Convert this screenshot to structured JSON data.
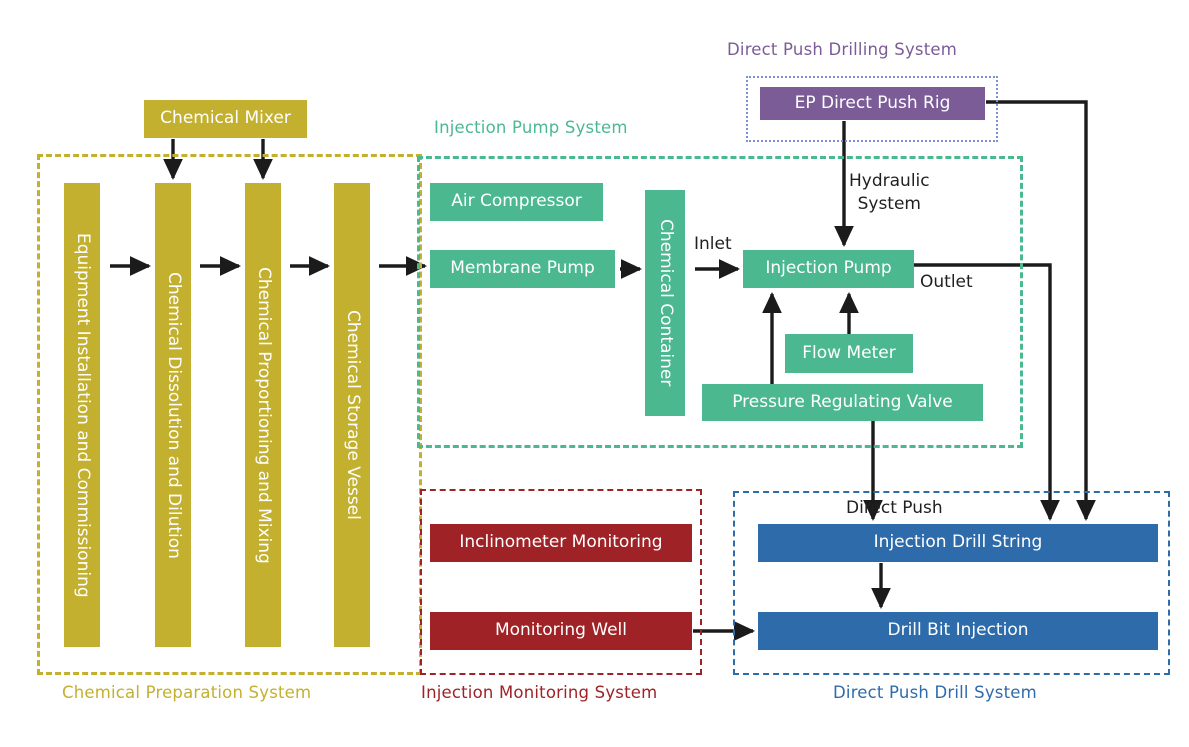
{
  "diagram": {
    "title_present": false,
    "palette": {
      "gold": "#C3B02F",
      "green": "#4CB890",
      "blue": "#2E6BAB",
      "purple": "#7C5C97",
      "red": "#9E2226",
      "rig_border": "#7B8FD4",
      "arrow": "#1b1b1b",
      "background": "#FFFFFF"
    },
    "groups": [
      {
        "id": "chemical_preparation",
        "caption": "Chemical Preparation System",
        "color": "#C3B02F",
        "border_style": "dashed"
      },
      {
        "id": "injection_pump",
        "caption": "Injection Pump System",
        "color": "#4CB890",
        "border_style": "dashed"
      },
      {
        "id": "direct_push_drilling",
        "caption": "Direct Push Drilling System",
        "color": "#7C5C97",
        "border_style": "dotted"
      },
      {
        "id": "injection_monitoring",
        "caption": "Injection Monitoring System",
        "color": "#9E2226",
        "border_style": "dashed"
      },
      {
        "id": "direct_push_drill",
        "caption": "Direct Push Drill System",
        "color": "#2E6BAB",
        "border_style": "dashed"
      }
    ],
    "nodes": {
      "chemical_mixer": "Chemical Mixer",
      "equipment_installation": "Equipment Installation and Commissioning",
      "chemical_dissolution": "Chemical Dissolution and Dilution",
      "chemical_proportioning": "Chemical Proportioning and Mixing",
      "chemical_storage": "Chemical Storage Vessel",
      "air_compressor": "Air Compressor",
      "membrane_pump": "Membrane Pump",
      "chemical_container": "Chemical Container",
      "injection_pump": "Injection Pump",
      "flow_meter": "Flow Meter",
      "pressure_regulating_valve": "Pressure Regulating Valve",
      "ep_direct_push_rig": "EP Direct Push Rig",
      "inclinometer_monitoring": "Inclinometer Monitoring",
      "monitoring_well": "Monitoring Well",
      "injection_drill_string": "Injection Drill String",
      "drill_bit_injection": "Drill Bit Injection"
    },
    "edge_labels": {
      "hydraulic_system_line1": "Hydraulic",
      "hydraulic_system_line2": "System",
      "inlet": "Inlet",
      "outlet": "Outlet",
      "direct_push": "Direct Push"
    }
  }
}
